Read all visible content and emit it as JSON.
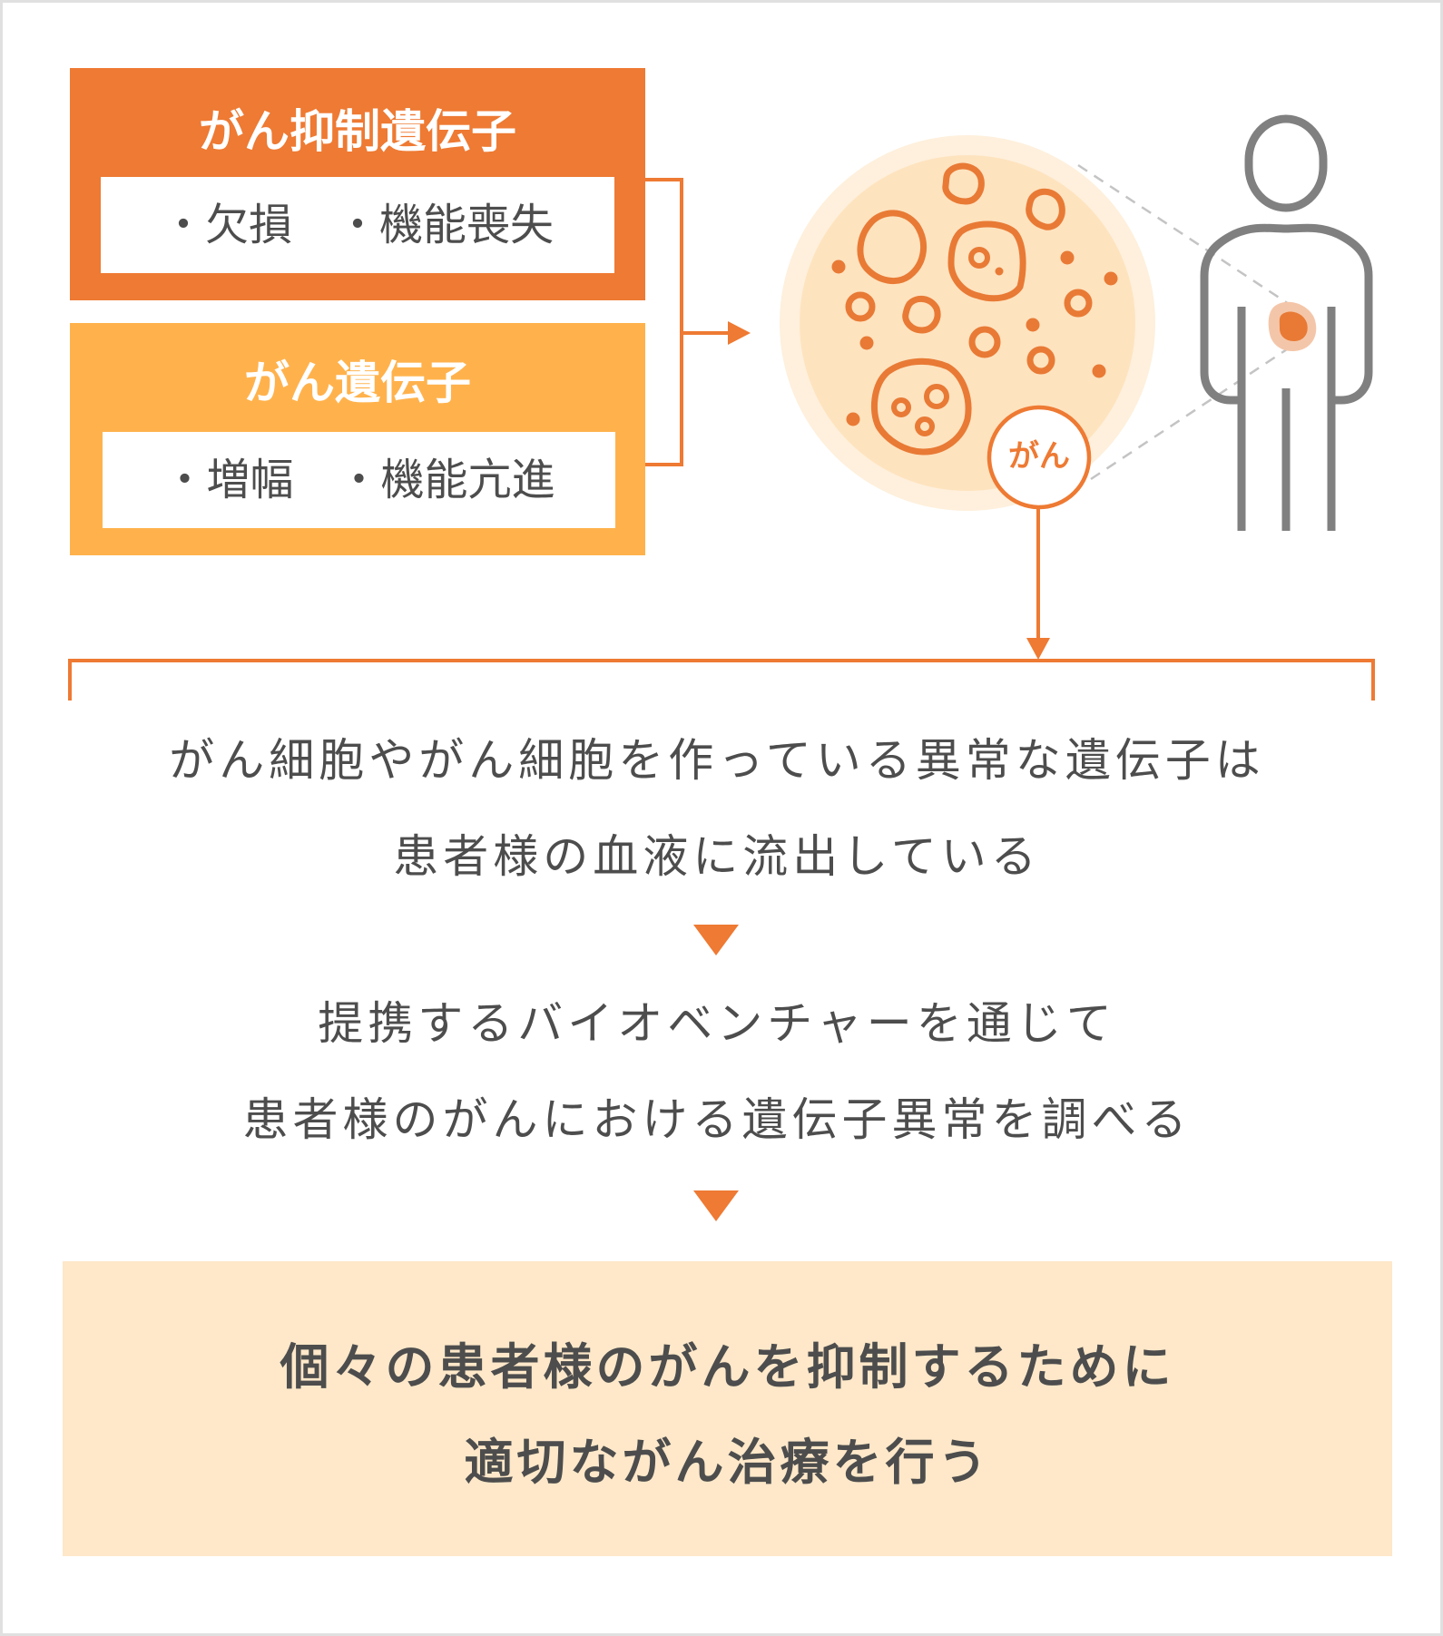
{
  "gene_boxes": {
    "suppressor": {
      "title": "がん抑制遺伝子",
      "detail": "・欠損　・機能喪失",
      "color": "#EE7A33"
    },
    "oncogene": {
      "title": "がん遺伝子",
      "detail": "・増幅　・機能亢進",
      "color": "#FFB24C"
    }
  },
  "illustration": {
    "cancer_label": "がん",
    "icons": [
      "cancer-cells-magnified-icon",
      "human-figure-icon",
      "tumor-marker-icon"
    ],
    "accent_color": "#EE7A33",
    "figure_color": "#808080",
    "cell_background": "#FEE3BF"
  },
  "flow": {
    "step1": {
      "line1": "がん細胞やがん細胞を作っている異常な遺伝子は",
      "line2": "患者様の血液に流出している"
    },
    "step2": {
      "line1": "提携するバイオベンチャーを通じて",
      "line2": "患者様のがんにおける遺伝子異常を調べる"
    },
    "result": {
      "line1": "個々の患者様のがんを抑制するために",
      "line2": "適切ながん治療を行う",
      "background": "#FEE8C9"
    }
  }
}
